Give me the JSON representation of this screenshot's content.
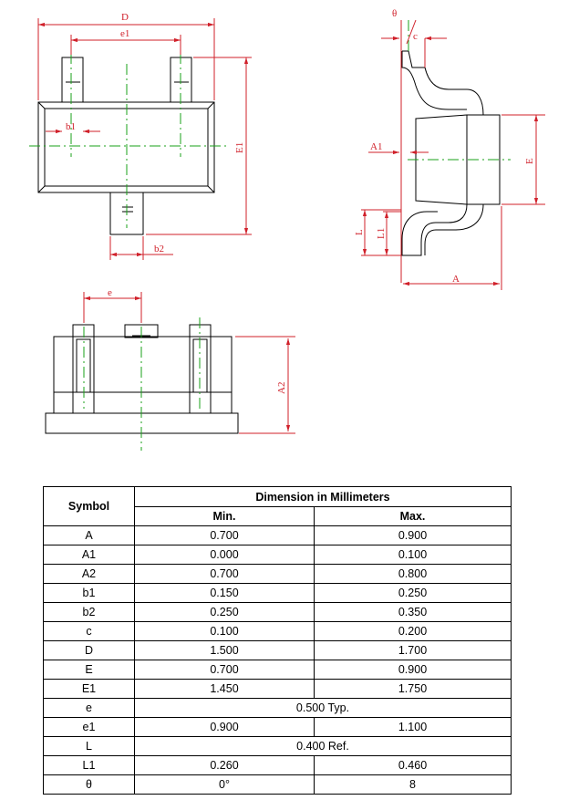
{
  "drawing_labels": {
    "top_view": {
      "D": "D",
      "e1": "e1",
      "b1": "b1",
      "E1": "E1",
      "b2": "b2"
    },
    "side_view": {
      "theta": "θ",
      "c": "c",
      "A1": "A1",
      "E": "E",
      "L": "L",
      "L1": "L1",
      "A": "A"
    },
    "front_view": {
      "e": "e",
      "A2": "A2"
    }
  },
  "colors": {
    "outline": "#000000",
    "dimension": "#d0202a",
    "centerline": "#1aa01a"
  },
  "table": {
    "header": "Dimension in Millimeters",
    "symbol_header": "Symbol",
    "min_header": "Min.",
    "max_header": "Max.",
    "rows": [
      {
        "symbol": "A",
        "min": "0.700",
        "max": "0.900"
      },
      {
        "symbol": "A1",
        "min": "0.000",
        "max": "0.100"
      },
      {
        "symbol": "A2",
        "min": "0.700",
        "max": "0.800"
      },
      {
        "symbol": "b1",
        "min": "0.150",
        "max": "0.250"
      },
      {
        "symbol": "b2",
        "min": "0.250",
        "max": "0.350"
      },
      {
        "symbol": "c",
        "min": "0.100",
        "max": "0.200"
      },
      {
        "symbol": "D",
        "min": "1.500",
        "max": "1.700"
      },
      {
        "symbol": "E",
        "min": "0.700",
        "max": "0.900"
      },
      {
        "symbol": "E1",
        "min": "1.450",
        "max": "1.750"
      },
      {
        "symbol": "e",
        "span": "0.500 Typ."
      },
      {
        "symbol": "e1",
        "min": "0.900",
        "max": "1.100"
      },
      {
        "symbol": "L",
        "span": "0.400 Ref."
      },
      {
        "symbol": "L1",
        "min": "0.260",
        "max": "0.460"
      },
      {
        "symbol": "θ",
        "min": "0°",
        "max": "8"
      }
    ]
  }
}
